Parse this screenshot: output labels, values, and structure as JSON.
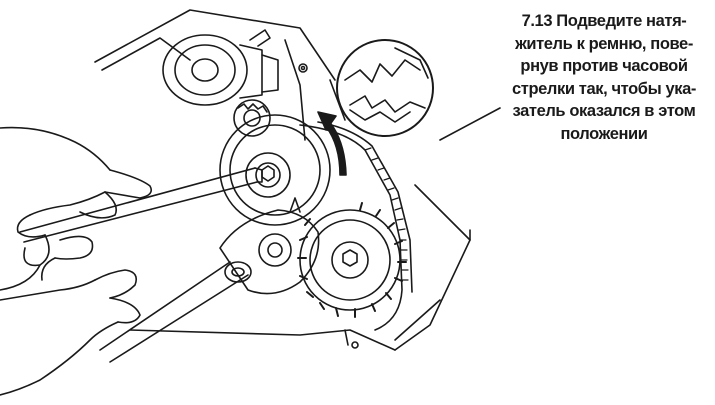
{
  "caption": {
    "lines": [
      "7.13 Подведите натя-",
      "житель к ремню, пове-",
      "рнув против часовой",
      "стрелки так, чтобы ука-",
      "затель оказался в этом",
      "положении"
    ]
  },
  "colors": {
    "ink": "#1a1a1a",
    "paper": "#ffffff"
  }
}
